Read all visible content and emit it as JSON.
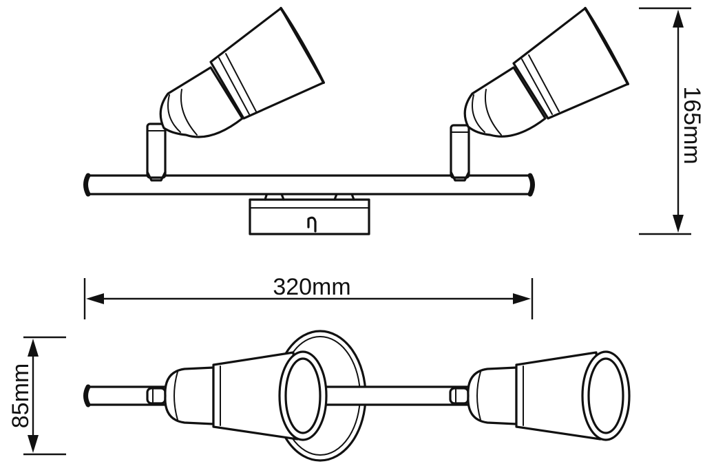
{
  "dimensions": {
    "width_label": "320mm",
    "height_label": "165mm",
    "depth_label": "85mm"
  }
}
